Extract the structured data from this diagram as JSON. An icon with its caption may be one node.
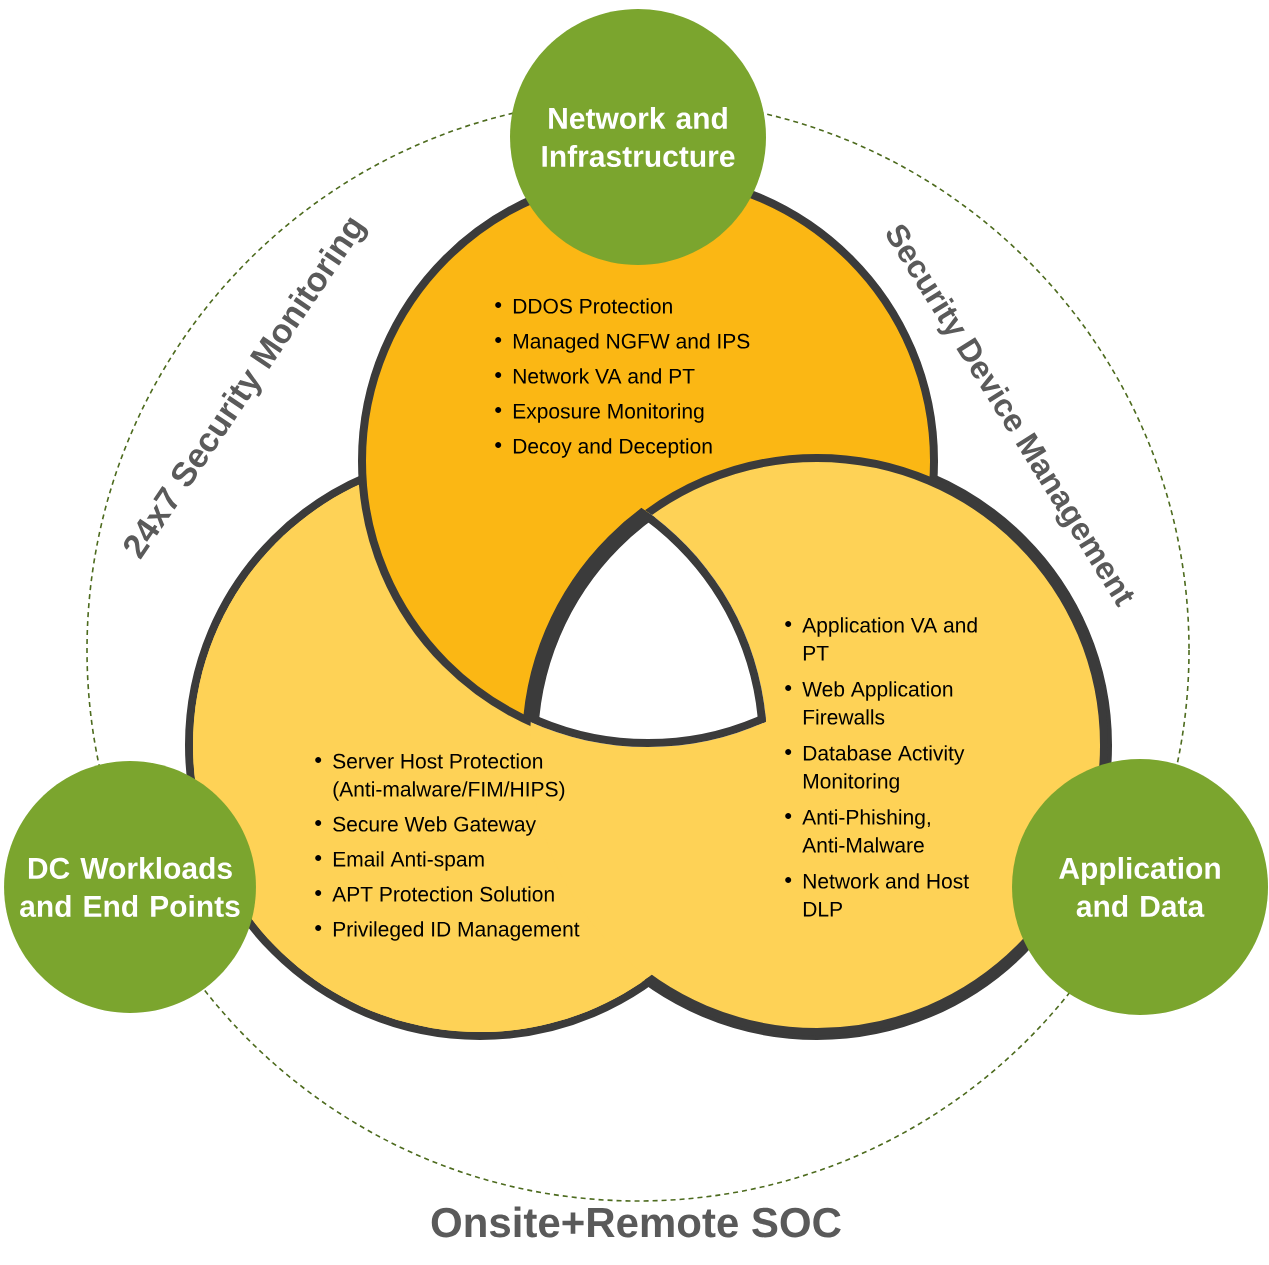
{
  "diagram": {
    "nodes": [
      {
        "text": [
          "Network and Infrastructure"
        ]
      },
      {
        "text": [
          "DDOS Protection",
          "Managed NGFW and IPS",
          "Network VA and PT",
          "Exposure Monitoring",
          "Decoy and Deception"
        ]
      },
      {
        "text": [
          "DC Workloads and End Points"
        ]
      },
      {
        "text": [
          "Server Host Protection (Anti-malware/FIM/HIPS)",
          "Secure Web Gateway",
          "Email Anti-spam",
          "APT Protection Solution",
          "Privileged ID Management"
        ]
      },
      {
        "text": [
          "Application and Data"
        ]
      },
      {
        "text": [
          "Application VA and PT",
          "Web Application Firewalls",
          "Database Activity Monitoring",
          "Anti-Phishing, Anti-Malware",
          "Network and Host DLP"
        ]
      }
    ],
    "labels": [
      "24x7 Security Monitoring",
      "Security Device Management",
      "Onsite+Remote SOC"
    ]
  }
}
